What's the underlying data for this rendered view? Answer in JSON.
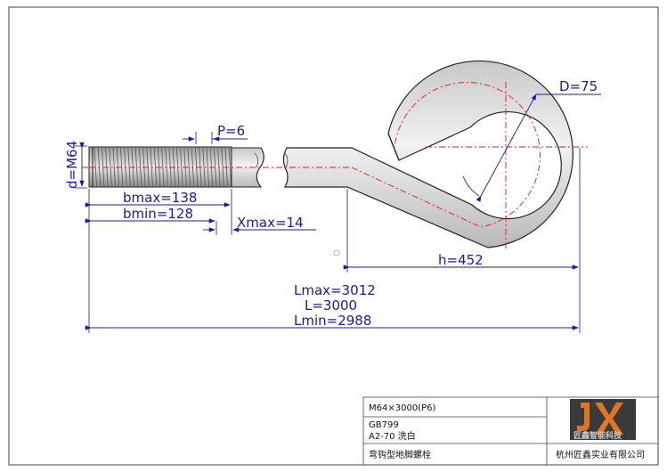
{
  "dimensions": {
    "d": "d=M64",
    "pitch": "P=6",
    "bmax": "bmax=138",
    "bmin": "bmin=128",
    "xmax": "Xmax=14",
    "hook_diameter": "D=75",
    "h": "h=452",
    "lmax": "Lmax=3012",
    "l": "L=3000",
    "lmin": "Lmin=2988"
  },
  "title_block": {
    "size": "M64×3000(P6)",
    "standard": "GB799",
    "material": "A2-70 洗白",
    "part_name": "弯钩型地脚螺栓",
    "company": "杭州匠鑫实业有限公司",
    "logo_text": "匠鑫智能科技"
  },
  "colors": {
    "outline": "#222222",
    "dimension": "#1a1aa6",
    "centerline": "#e01818",
    "logo_dark": "#3a3a3a",
    "logo_orange": "#e0752a"
  },
  "icons": {
    "logo": "jx-logo-icon"
  }
}
